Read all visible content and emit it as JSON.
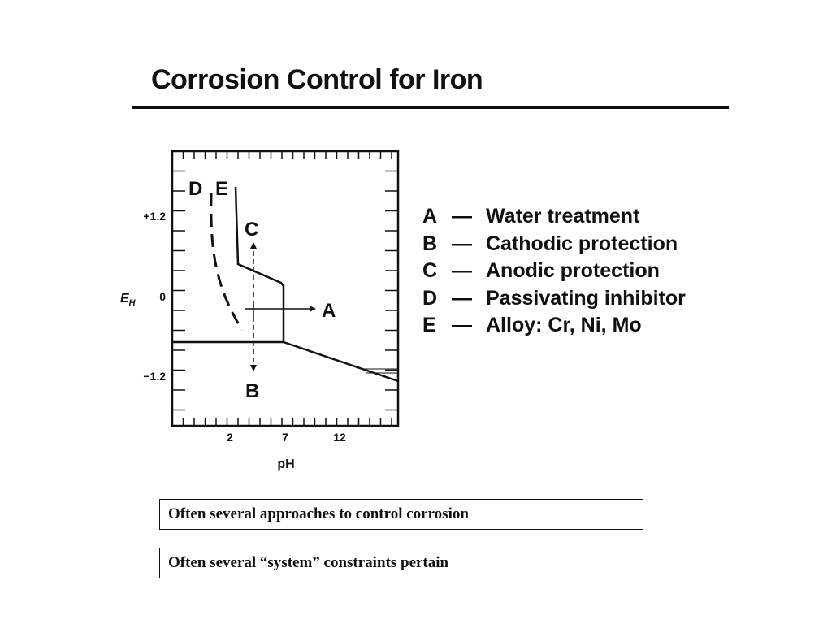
{
  "title": "Corrosion Control for Iron",
  "diagram": {
    "y_axis_label": "E",
    "y_axis_subscript": "H",
    "x_axis_label": "pH",
    "x_ticks": [
      "2",
      "7",
      "12"
    ],
    "y_ticks": [
      "+1.2",
      "0",
      "−1.2"
    ],
    "curve_labels": {
      "d": "D",
      "e": "E"
    },
    "arrow_labels": {
      "a": "A",
      "b": "B",
      "c": "C"
    }
  },
  "legend": {
    "items": [
      {
        "key": "A",
        "dash": "—",
        "text": "Water treatment"
      },
      {
        "key": "B",
        "dash": "—",
        "text": "Cathodic protection"
      },
      {
        "key": "C",
        "dash": "—",
        "text": "Anodic protection"
      },
      {
        "key": "D",
        "dash": "—",
        "text": "Passivating inhibitor"
      },
      {
        "key": "E",
        "dash": "—",
        "text": "Alloy: Cr, Ni, Mo"
      }
    ]
  },
  "notes": [
    "Often several approaches to control corrosion",
    "Often several “system” constraints pertain"
  ]
}
